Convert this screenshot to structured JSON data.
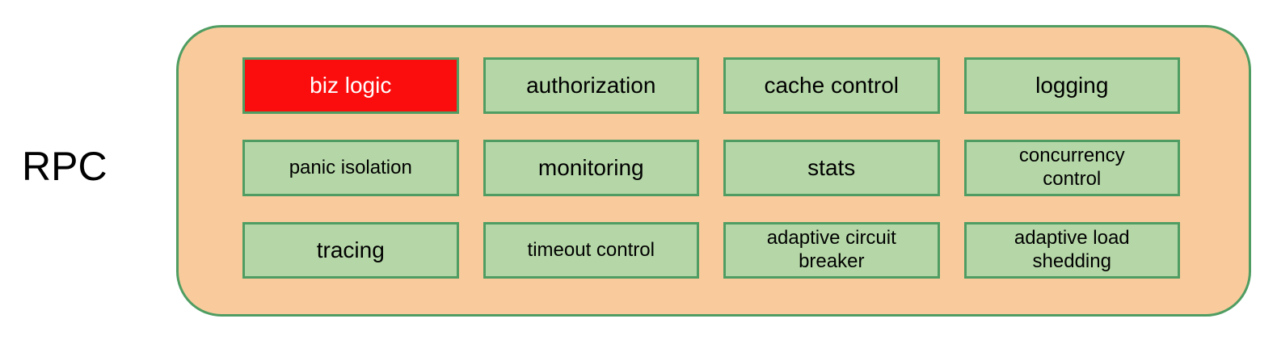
{
  "diagram": {
    "side_label": "RPC",
    "boxes": [
      {
        "label": "biz logic",
        "variant": "highlight"
      },
      {
        "label": "authorization",
        "variant": "normal"
      },
      {
        "label": "cache control",
        "variant": "normal"
      },
      {
        "label": "logging",
        "variant": "normal"
      },
      {
        "label": "panic isolation",
        "variant": "normal"
      },
      {
        "label": "monitoring",
        "variant": "normal"
      },
      {
        "label": "stats",
        "variant": "normal"
      },
      {
        "label": "concurrency control",
        "variant": "normal"
      },
      {
        "label": "tracing",
        "variant": "normal"
      },
      {
        "label": "timeout control",
        "variant": "normal"
      },
      {
        "label": "adaptive circuit breaker",
        "variant": "normal"
      },
      {
        "label": "adaptive load shedding",
        "variant": "normal"
      }
    ],
    "colors": {
      "container_fill": "#f9cb9c",
      "container_border": "#4f9d62",
      "box_fill": "#b5d7a7",
      "box_border": "#4f9d62",
      "highlight_fill": "#fb0d0d",
      "highlight_text": "#ffffff",
      "text": "#000000"
    }
  }
}
